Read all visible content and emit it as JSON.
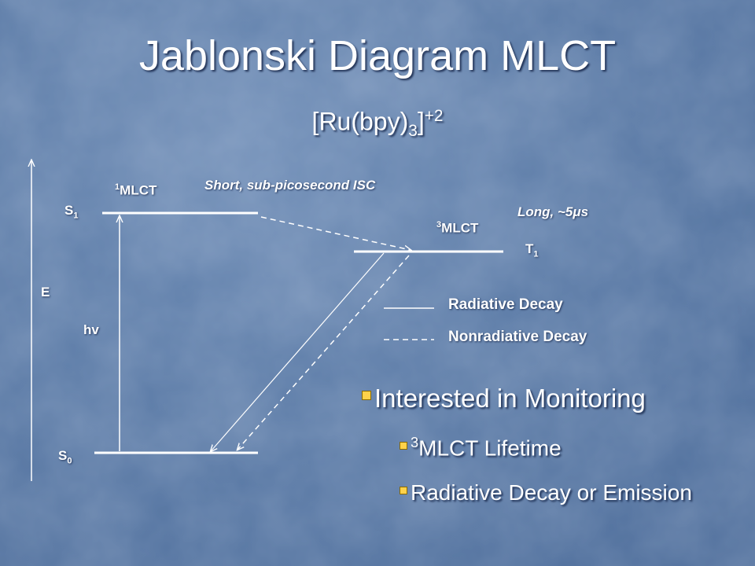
{
  "title": "Jablonski Diagram MLCT",
  "subtitle": {
    "main": "[Ru(bpy)",
    "sub": "3",
    "close": "]",
    "sup": "+2"
  },
  "axis": {
    "label": "E"
  },
  "levels": {
    "s1": {
      "base": "S",
      "sub": "1"
    },
    "s0": {
      "base": "S",
      "sub": "0"
    },
    "t1": {
      "base": "T",
      "sub": "1"
    },
    "singlet_mlct": {
      "sup": "1",
      "base": "MLCT"
    },
    "triplet_mlct": {
      "sup": "3",
      "base": "MLCT"
    }
  },
  "excitation_label": "hv",
  "annotations": {
    "isc": "Short, sub-picosecond ISC",
    "lifetime_prefix": "Long, ~5",
    "lifetime_mu": "μ",
    "lifetime_suffix": "s"
  },
  "legend": {
    "radiative": "Radiative Decay",
    "nonradiative": "Nonradiative Decay"
  },
  "bullets": {
    "main": "Interested in Monitoring",
    "sub1_sup": "3",
    "sub1_text": "MLCT Lifetime",
    "sub2": "Radiative Decay or Emission"
  },
  "colors": {
    "background": "#5a7aa6",
    "text": "#ffffff",
    "bullet": "#ffd24a"
  }
}
